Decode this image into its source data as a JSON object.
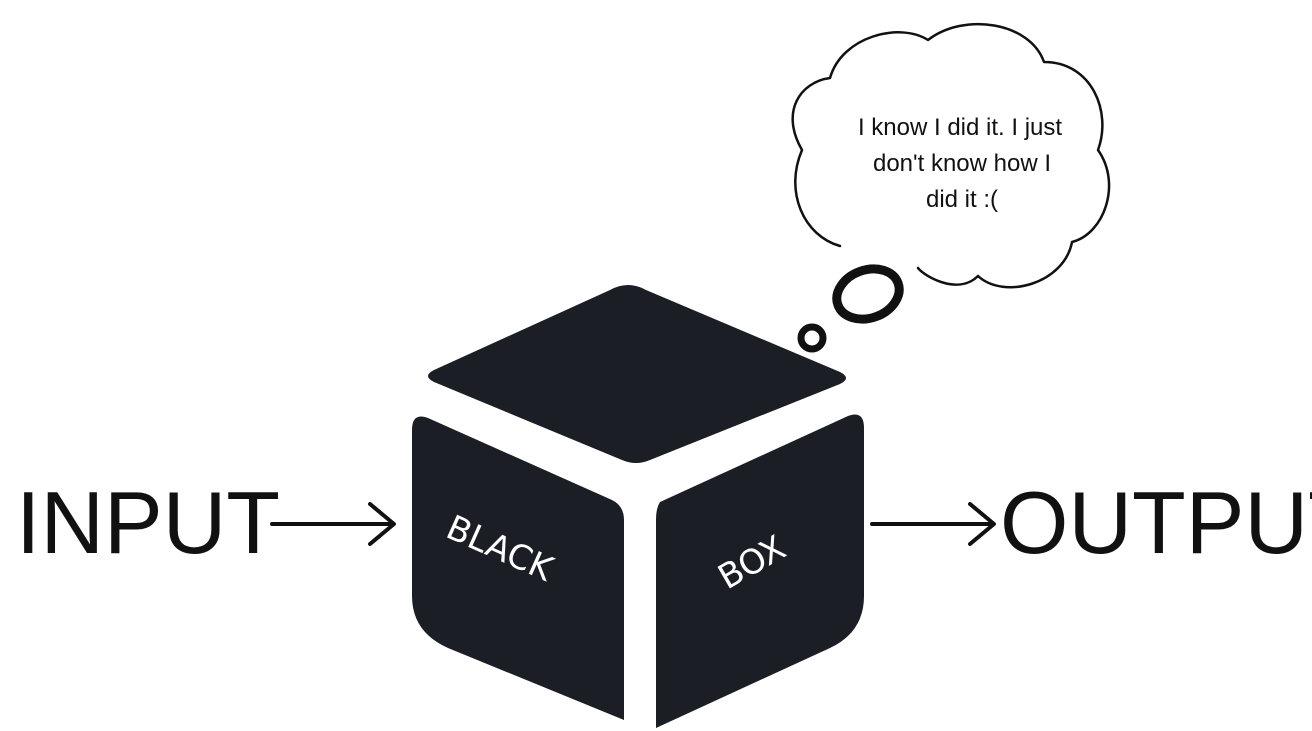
{
  "diagram": {
    "input_label": "INPUT",
    "output_label": "OUTPUT",
    "box": {
      "left_face_label": "BLACK",
      "right_face_label": "BOX"
    },
    "thought": {
      "lines": [
        "I know I did it. I just",
        "don't know how I",
        "did it :("
      ]
    }
  },
  "colors": {
    "box_fill": "#1b1f25",
    "text": "#111111",
    "face_text": "#ffffff",
    "background": "#ffffff"
  }
}
